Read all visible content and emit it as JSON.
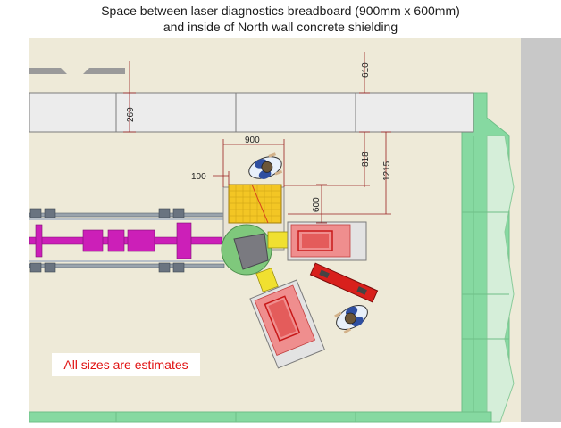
{
  "title": {
    "line1": "Space between laser diagnostics breadboard (900mm x 600mm)",
    "line2": "and inside of North wall concrete shielding"
  },
  "dimensions": {
    "d900": "900",
    "d100": "100",
    "d600": "600",
    "d269": "269",
    "d610": "610",
    "d818": "818",
    "d1215": "1215"
  },
  "note": "All sizes are estimates",
  "colors": {
    "floor": "#eeead8",
    "wall": "#ececec",
    "green_wall": "#86d9a1",
    "magenta": "#cc1fb8",
    "breadboard": "#f3c624",
    "red": "#d8201c",
    "yellow": "#f0e030",
    "grey_outer": "#c8c8c8"
  },
  "icons": [
    "person-icon",
    "person-icon"
  ]
}
